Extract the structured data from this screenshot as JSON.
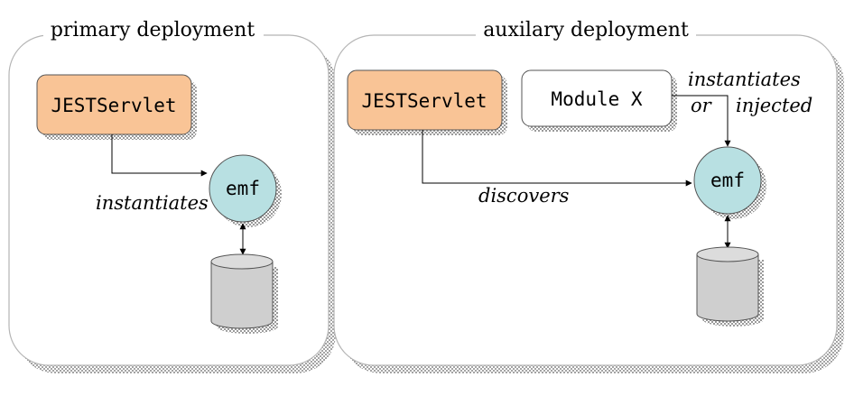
{
  "primary": {
    "title": "primary deployment",
    "servlet_label": "JESTServlet",
    "emf_label": "emf",
    "edge_label": "instantiates"
  },
  "auxiliary": {
    "title": "auxilary deployment",
    "servlet_label": "JESTServlet",
    "module_label": "Module X",
    "emf_label": "emf",
    "discover_label": "discovers",
    "module_edge_label_line1": "instantiates",
    "module_edge_label_line2": "or",
    "module_edge_label_line3": "injected"
  },
  "colors": {
    "servlet_fill": "#f9c496",
    "emf_fill": "#b8e0e2",
    "db_fill": "#cfcfcf",
    "panel_border": "#b5b5b5",
    "shadow": "#a8a8a8"
  }
}
